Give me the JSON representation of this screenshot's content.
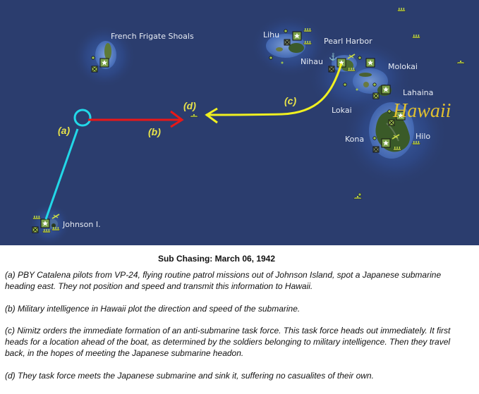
{
  "map": {
    "background_color": "#2b3d6e",
    "labels": {
      "french_frigate_shoals": "French Frigate Shoals",
      "lihu": "Lihu",
      "pearl_harbor": "Pearl Harbor",
      "nihau": "Nihau",
      "molokai": "Molokai",
      "lahaina": "Lahaina",
      "lokai": "Lokai",
      "hawaii": "Hawaii",
      "kona": "Kona",
      "hilo": "Hilo",
      "johnson": "Johnson I."
    },
    "route_markers": {
      "a": "(a)",
      "b": "(b)",
      "c": "(c)",
      "d": "(d)"
    },
    "route_colors": {
      "a": "#22d8e8",
      "b": "#e81818",
      "c": "#f0f020",
      "label": "#e8e34a"
    },
    "icons": [
      "airbase-star-icon",
      "port-x-icon",
      "anchor-icon",
      "airfield-icon",
      "ship-icon",
      "submarine-icon",
      "supply-dot-icon"
    ]
  },
  "caption": {
    "title": "Sub Chasing: March 06, 1942",
    "paragraphs": [
      "(a) PBY Catalena pilots from VP-24, flying routine patrol missions out of Johnson Island, spot a Japanese submarine heading east. They not position and speed and transmit this information to Hawaii.",
      "(b) Military intelligence in Hawaii plot the direction and speed of the submarine.",
      "(c) Nimitz orders the immediate formation of an anti-submarine task force. This task force heads out immediately. It first heads for a location ahead of the boat, as determined by the soldiers belonging to military intelligence. Then they travel back, in the hopes of meeting the Japanese submarine headon.",
      "(d) They task force meets the Japanese submarine and sink it, suffering no casualites of their own."
    ]
  }
}
